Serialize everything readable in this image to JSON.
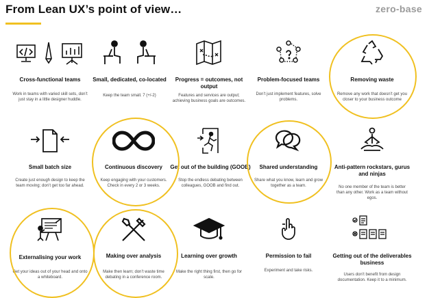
{
  "header": {
    "title": "From Lean UX’s point of view…",
    "brand": "zero-base",
    "accent_color": "#f0c020"
  },
  "principles": [
    {
      "title": "Cross-functional teams",
      "desc": "Work in teams with varied skill sets, don’t just stay in a little designer huddle.",
      "icon": "team-computers-icon",
      "highlighted": false
    },
    {
      "title": "Small, dedicated, co-located",
      "desc": "Keep the team small. 7 (+/-2)",
      "icon": "people-at-desks-icon",
      "highlighted": false
    },
    {
      "title": "Progress = outcomes, not output",
      "desc": "Features and services are output; achieving business goals are outcomes.",
      "icon": "map-icon",
      "highlighted": false
    },
    {
      "title": "Problem-focused teams",
      "desc": "Don’t just implement features, solve problems.",
      "icon": "people-circle-question-icon",
      "highlighted": false
    },
    {
      "title": "Removing waste",
      "desc": "Remove any work that doesn’t get you closer to your business outcome",
      "icon": "recycle-icon",
      "highlighted": true
    },
    {
      "title": "Small batch size",
      "desc": "Create just enough design to keep the team moving; don’t get too far ahead.",
      "icon": "document-arrows-icon",
      "highlighted": false
    },
    {
      "title": "Continuous discovery",
      "desc": "Keep engaging with your customers. Check in every 2 or 3 weeks.",
      "icon": "infinity-icon",
      "highlighted": true
    },
    {
      "title": "Get out of the building (GOOB)",
      "desc": "Stop the endless debating between colleagues, GOOB and find out.",
      "icon": "exit-door-icon",
      "highlighted": false
    },
    {
      "title": "Shared understanding",
      "desc": "Share what you know, learn and grow together as a team.",
      "icon": "speech-bubbles-icon",
      "highlighted": true
    },
    {
      "title": "Anti-pattern rockstars, gurus and ninjas",
      "desc": "No one member of the team is better than any other. Work as a team without egos.",
      "icon": "meditation-icon",
      "highlighted": false
    },
    {
      "title": "Externalising your work",
      "desc": "Get your ideas out of your head and onto a whiteboard.",
      "icon": "whiteboard-icon",
      "highlighted": true
    },
    {
      "title": "Making over analysis",
      "desc": "Make then learn; don’t waste time debating in a conference room.",
      "icon": "tools-icon",
      "highlighted": true
    },
    {
      "title": "Learning over growth",
      "desc": "Make the right thing first, then go for scale.",
      "icon": "graduation-cap-icon",
      "highlighted": false
    },
    {
      "title": "Permission to fail",
      "desc": "Experiment and take risks.",
      "icon": "hand-gesture-icon",
      "highlighted": false
    },
    {
      "title": "Getting out of the deliverables business",
      "desc": "Users don’t benefit from design documentation. Keep it to a minimum.",
      "icon": "documents-check-icon",
      "highlighted": false
    }
  ]
}
